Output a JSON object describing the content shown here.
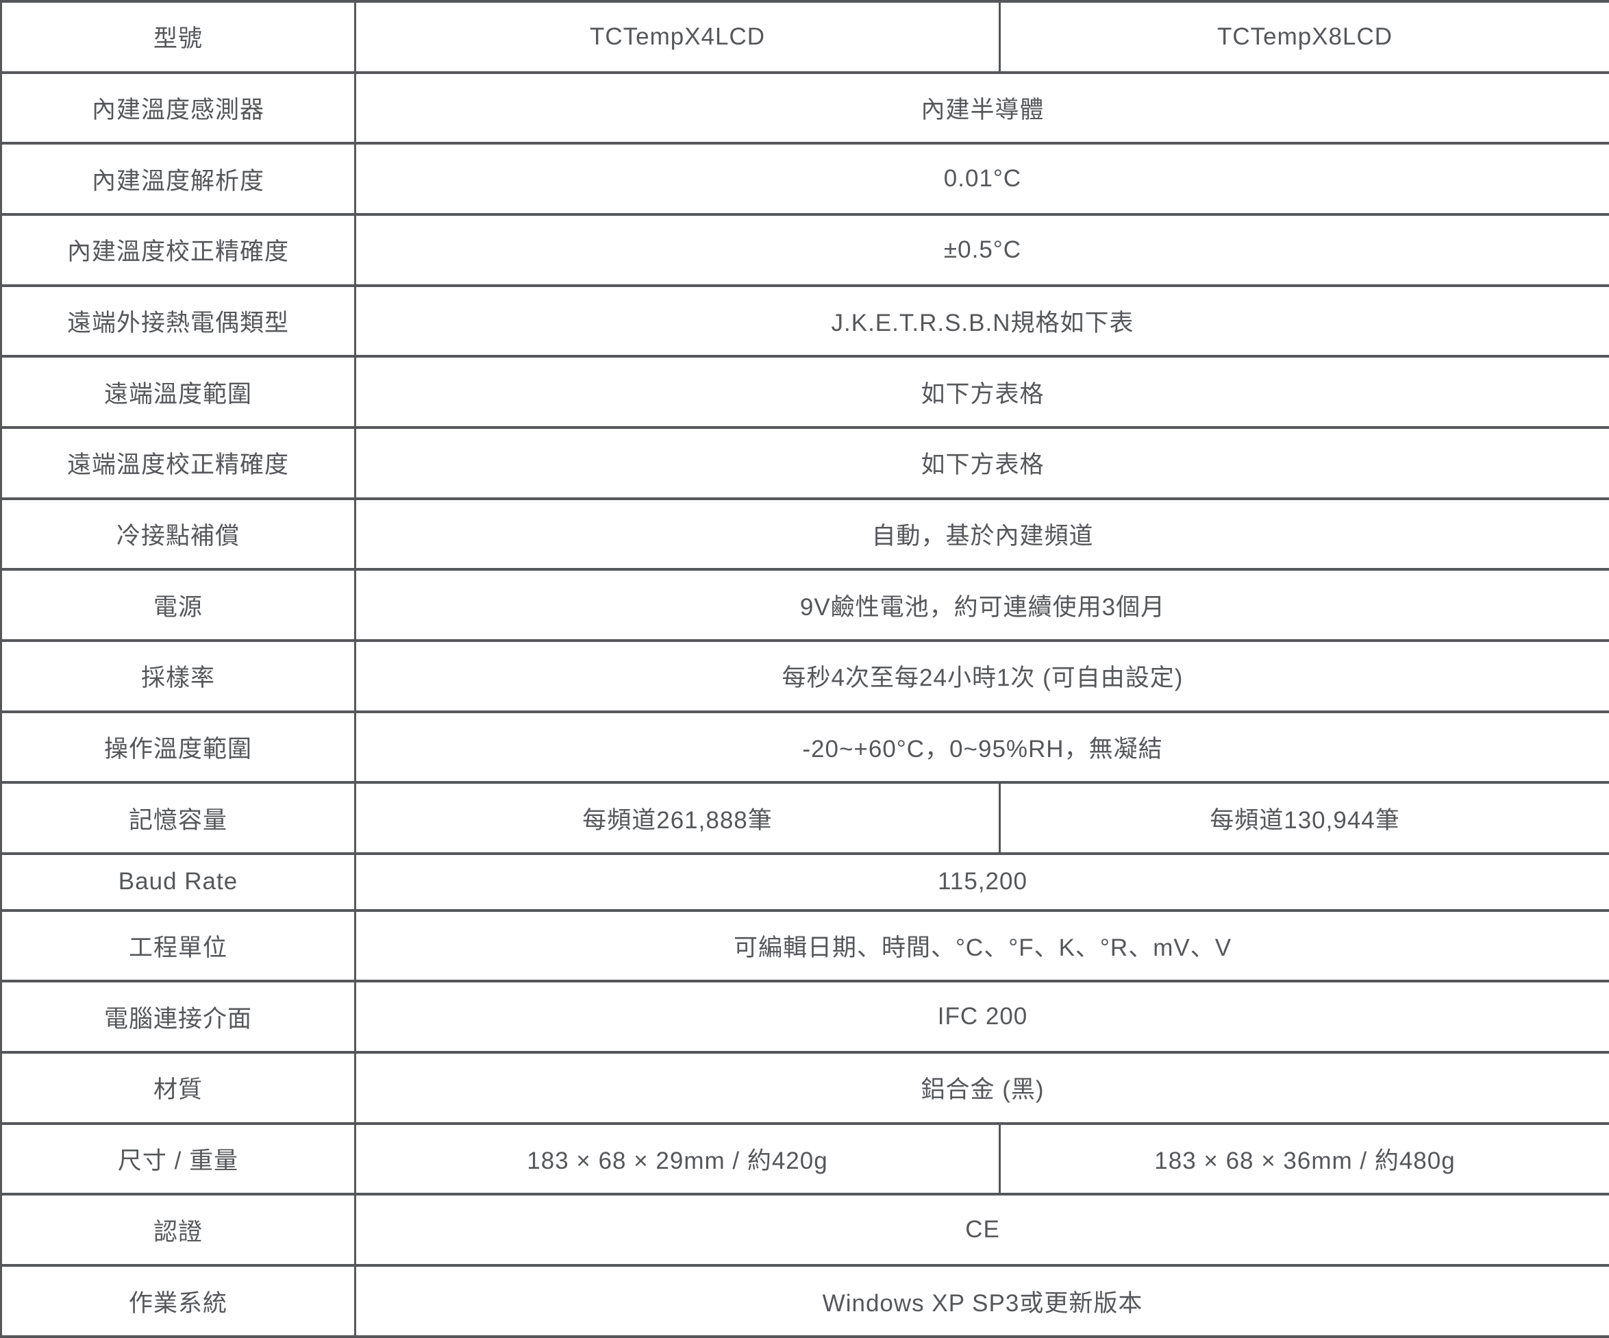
{
  "colors": {
    "text": "#55575a",
    "border": "#55575a",
    "background": "#ffffff"
  },
  "table": {
    "rows": [
      {
        "label": "型號",
        "value1": "TCTempX4LCD",
        "value2": "TCTempX8LCD"
      },
      {
        "label": "內建溫度感測器",
        "value": "內建半導體"
      },
      {
        "label": "內建溫度解析度",
        "value": "0.01°C"
      },
      {
        "label": "內建溫度校正精確度",
        "value": "±0.5°C"
      },
      {
        "label": "遠端外接熱電偶類型",
        "value": "J.K.E.T.R.S.B.N規格如下表"
      },
      {
        "label": "遠端溫度範圍",
        "value": "如下方表格"
      },
      {
        "label": "遠端溫度校正精確度",
        "value": "如下方表格"
      },
      {
        "label": "冷接點補償",
        "value": "自動，基於內建頻道"
      },
      {
        "label": "電源",
        "value": "9V鹼性電池，約可連續使用3個月"
      },
      {
        "label": "採樣率",
        "value": "每秒4次至每24小時1次 (可自由設定)"
      },
      {
        "label": "操作溫度範圍",
        "value": "-20~+60°C，0~95%RH，無凝結"
      },
      {
        "label": "記憶容量",
        "value1": "每頻道261,888筆",
        "value2": "每頻道130,944筆"
      },
      {
        "label": "Baud Rate",
        "value": "115,200"
      },
      {
        "label": "工程單位",
        "value": "可編輯日期、時間、°C、°F、K、°R、mV、V"
      },
      {
        "label": "電腦連接介面",
        "value": "IFC 200"
      },
      {
        "label": "材質",
        "value": "鋁合金 (黑)"
      },
      {
        "label": "尺寸 / 重量",
        "value1": "183 × 68 × 29mm / 約420g",
        "value2": "183 × 68 × 36mm / 約480g"
      },
      {
        "label": "認證",
        "value": "CE"
      },
      {
        "label": "作業系統",
        "value": "Windows XP SP3或更新版本"
      }
    ]
  }
}
